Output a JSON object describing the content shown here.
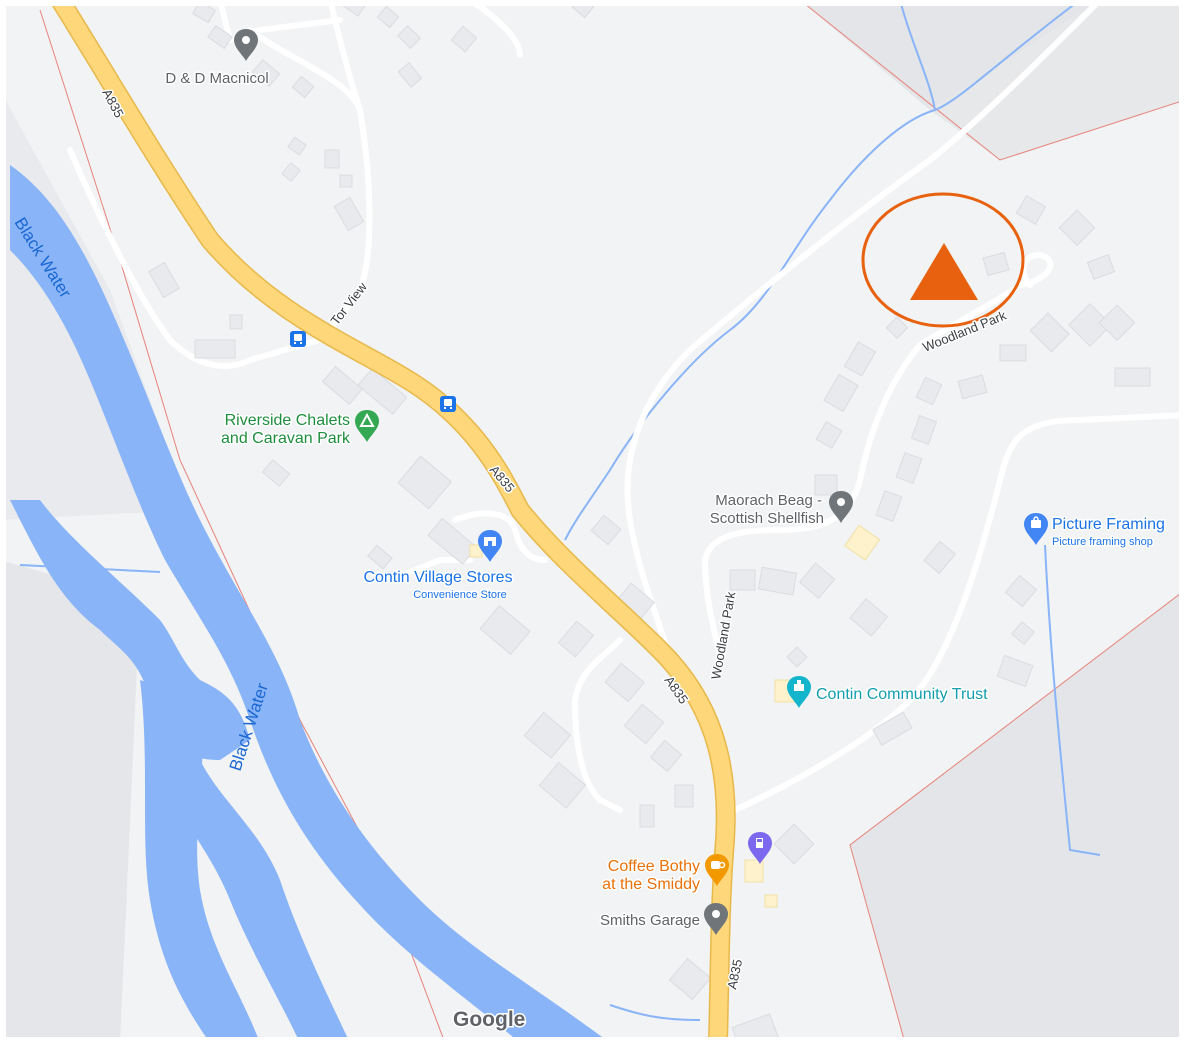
{
  "map": {
    "roads": {
      "main_road_ref": "A835",
      "tor_view": "Tor View",
      "woodland_park": "Woodland Park"
    },
    "water": {
      "river_name": "Black Water"
    },
    "places": {
      "dd_macnicol": "D & D Macnicol",
      "riverside_line1": "Riverside Chalets",
      "riverside_line2": "and Caravan Park",
      "contin_stores": "Contin Village Stores",
      "contin_stores_type": "Convenience Store",
      "maorach_line1": "Maorach Beag -",
      "maorach_line2": "Scottish Shellfish",
      "picture_framing": "Picture Framing",
      "picture_framing_type": "Picture framing shop",
      "contin_trust": "Contin Community Trust",
      "coffee_line1": "Coffee Bothy",
      "coffee_line2": "at the Smiddy",
      "smiths_garage": "Smiths Garage"
    },
    "branding": {
      "logo": "Google"
    },
    "highlight": {
      "shape": "orange triangle in orange circle",
      "color": "#e8610e"
    },
    "colors": {
      "background": "#f1f3f4",
      "road_major": "#fdd77a",
      "road_major_outline": "#e8b84a",
      "water": "#8ab4f8",
      "building": "#e8eaed",
      "boundary": "#e8837a"
    },
    "icons": {
      "bus_stop": "bus-stop-icon",
      "campground": "campground-icon",
      "store": "store-icon",
      "fuel": "fuel-pump-icon",
      "cafe": "cafe-cup-icon",
      "pin": "map-pin-icon",
      "shopping": "shopping-bag-icon",
      "monument": "monument-icon"
    }
  }
}
